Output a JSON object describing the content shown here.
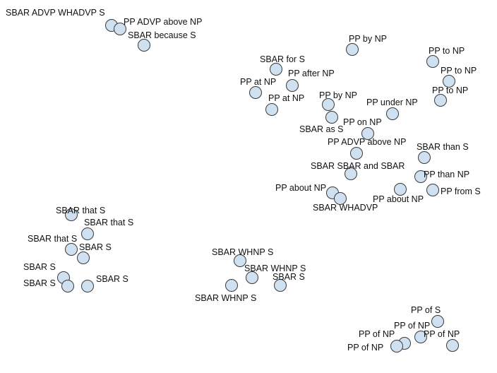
{
  "chart_data": {
    "type": "scatter",
    "title": "",
    "xlabel": "",
    "ylabel": "",
    "xlim": [
      0,
      70.4
    ],
    "ylim": [
      0,
      52.8
    ],
    "grid": false,
    "points": [
      {
        "label": "SBAR ADVP WHADVP S",
        "x": 15.8,
        "y": 49.2
      },
      {
        "label": "PP ADVP above NP",
        "x": 17.0,
        "y": 48.7
      },
      {
        "label": "SBAR because S",
        "x": 20.4,
        "y": 46.4
      },
      {
        "label": "PP by NP",
        "x": 49.9,
        "y": 45.8
      },
      {
        "label": "PP to NP",
        "x": 61.3,
        "y": 44.1
      },
      {
        "label": "PP to NP",
        "x": 63.6,
        "y": 41.3
      },
      {
        "label": "PP to NP",
        "x": 62.4,
        "y": 38.6
      },
      {
        "label": "SBAR for S",
        "x": 39.1,
        "y": 43.0
      },
      {
        "label": "PP after NP",
        "x": 41.4,
        "y": 40.7
      },
      {
        "label": "PP at NP",
        "x": 36.2,
        "y": 39.7
      },
      {
        "label": "PP at NP",
        "x": 38.5,
        "y": 37.3
      },
      {
        "label": "PP by NP",
        "x": 46.5,
        "y": 38.0
      },
      {
        "label": "SBAR as S",
        "x": 47.0,
        "y": 36.2
      },
      {
        "label": "PP under NP",
        "x": 55.6,
        "y": 36.7
      },
      {
        "label": "PP on NP",
        "x": 52.1,
        "y": 33.9
      },
      {
        "label": "PP ADVP above NP",
        "x": 50.5,
        "y": 31.1
      },
      {
        "label": "SBAR than S",
        "x": 60.1,
        "y": 30.5
      },
      {
        "label": "SBAR SBAR and SBAR",
        "x": 49.7,
        "y": 28.2
      },
      {
        "label": "PP than NP",
        "x": 59.6,
        "y": 27.8
      },
      {
        "label": "PP from S",
        "x": 61.3,
        "y": 25.9
      },
      {
        "label": "PP about NP",
        "x": 56.7,
        "y": 26.0
      },
      {
        "label": "PP about NP",
        "x": 47.1,
        "y": 25.5
      },
      {
        "label": "SBAR WHADVP",
        "x": 48.2,
        "y": 24.7
      },
      {
        "label": "SBAR that S",
        "x": 10.1,
        "y": 22.4
      },
      {
        "label": "SBAR that S",
        "x": 12.4,
        "y": 19.7
      },
      {
        "label": "SBAR that S",
        "x": 10.1,
        "y": 17.5
      },
      {
        "label": "SBAR S",
        "x": 11.8,
        "y": 16.3
      },
      {
        "label": "SBAR S",
        "x": 9.0,
        "y": 13.5
      },
      {
        "label": "SBAR S",
        "x": 9.6,
        "y": 12.3
      },
      {
        "label": "SBAR S",
        "x": 12.4,
        "y": 12.3
      },
      {
        "label": "SBAR WHNP S",
        "x": 34.0,
        "y": 15.9
      },
      {
        "label": "SBAR WHNP S",
        "x": 35.7,
        "y": 13.5
      },
      {
        "label": "SBAR S",
        "x": 39.7,
        "y": 12.4
      },
      {
        "label": "SBAR WHNP S",
        "x": 32.8,
        "y": 12.4
      },
      {
        "label": "PP of S",
        "x": 62.0,
        "y": 7.3
      },
      {
        "label": "PP of NP",
        "x": 59.6,
        "y": 5.1
      },
      {
        "label": "PP of NP",
        "x": 64.1,
        "y": 3.9
      },
      {
        "label": "PP of NP",
        "x": 57.3,
        "y": 4.2
      },
      {
        "label": "PP of NP",
        "x": 56.2,
        "y": 3.8
      }
    ],
    "colors": {
      "fill": "#cfe0f1",
      "stroke": "#3a3a3a"
    }
  }
}
